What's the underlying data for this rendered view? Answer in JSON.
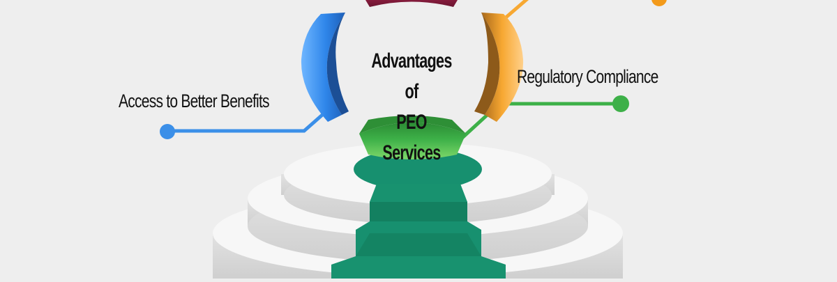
{
  "diagram": {
    "title_line1": "Advantages of",
    "title_line2": "PEO Services",
    "items": [
      {
        "label": "Access to Better Benefits",
        "color": "#3b8fe8",
        "position": "left"
      },
      {
        "label": "Regulatory Compliance",
        "color": "#3db048",
        "position": "right"
      },
      {
        "label": "",
        "color": "#f39a1a",
        "position": "top-right"
      },
      {
        "label": "",
        "color": "#8c1d3c",
        "position": "top"
      }
    ],
    "colors": {
      "background": "#eeeeee",
      "blue": "#3b8fe8",
      "orange": "#f7a832",
      "green": "#3db048",
      "maroon": "#8c1d3c",
      "pedestal_carpet": "#16906f",
      "pedestal_white": "#f7f7f7"
    }
  }
}
